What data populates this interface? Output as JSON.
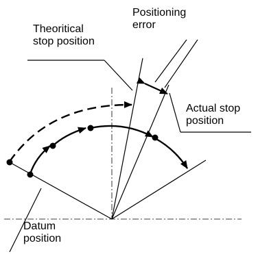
{
  "labels": {
    "positioning_error": [
      "Positioning",
      "error"
    ],
    "theoretical_stop": [
      "Theoritical",
      "stop position"
    ],
    "actual_stop": [
      "Actual stop",
      "position"
    ],
    "datum": [
      "Datum",
      "position"
    ]
  },
  "colors": {
    "line": "#000000",
    "background": "#ffffff"
  }
}
